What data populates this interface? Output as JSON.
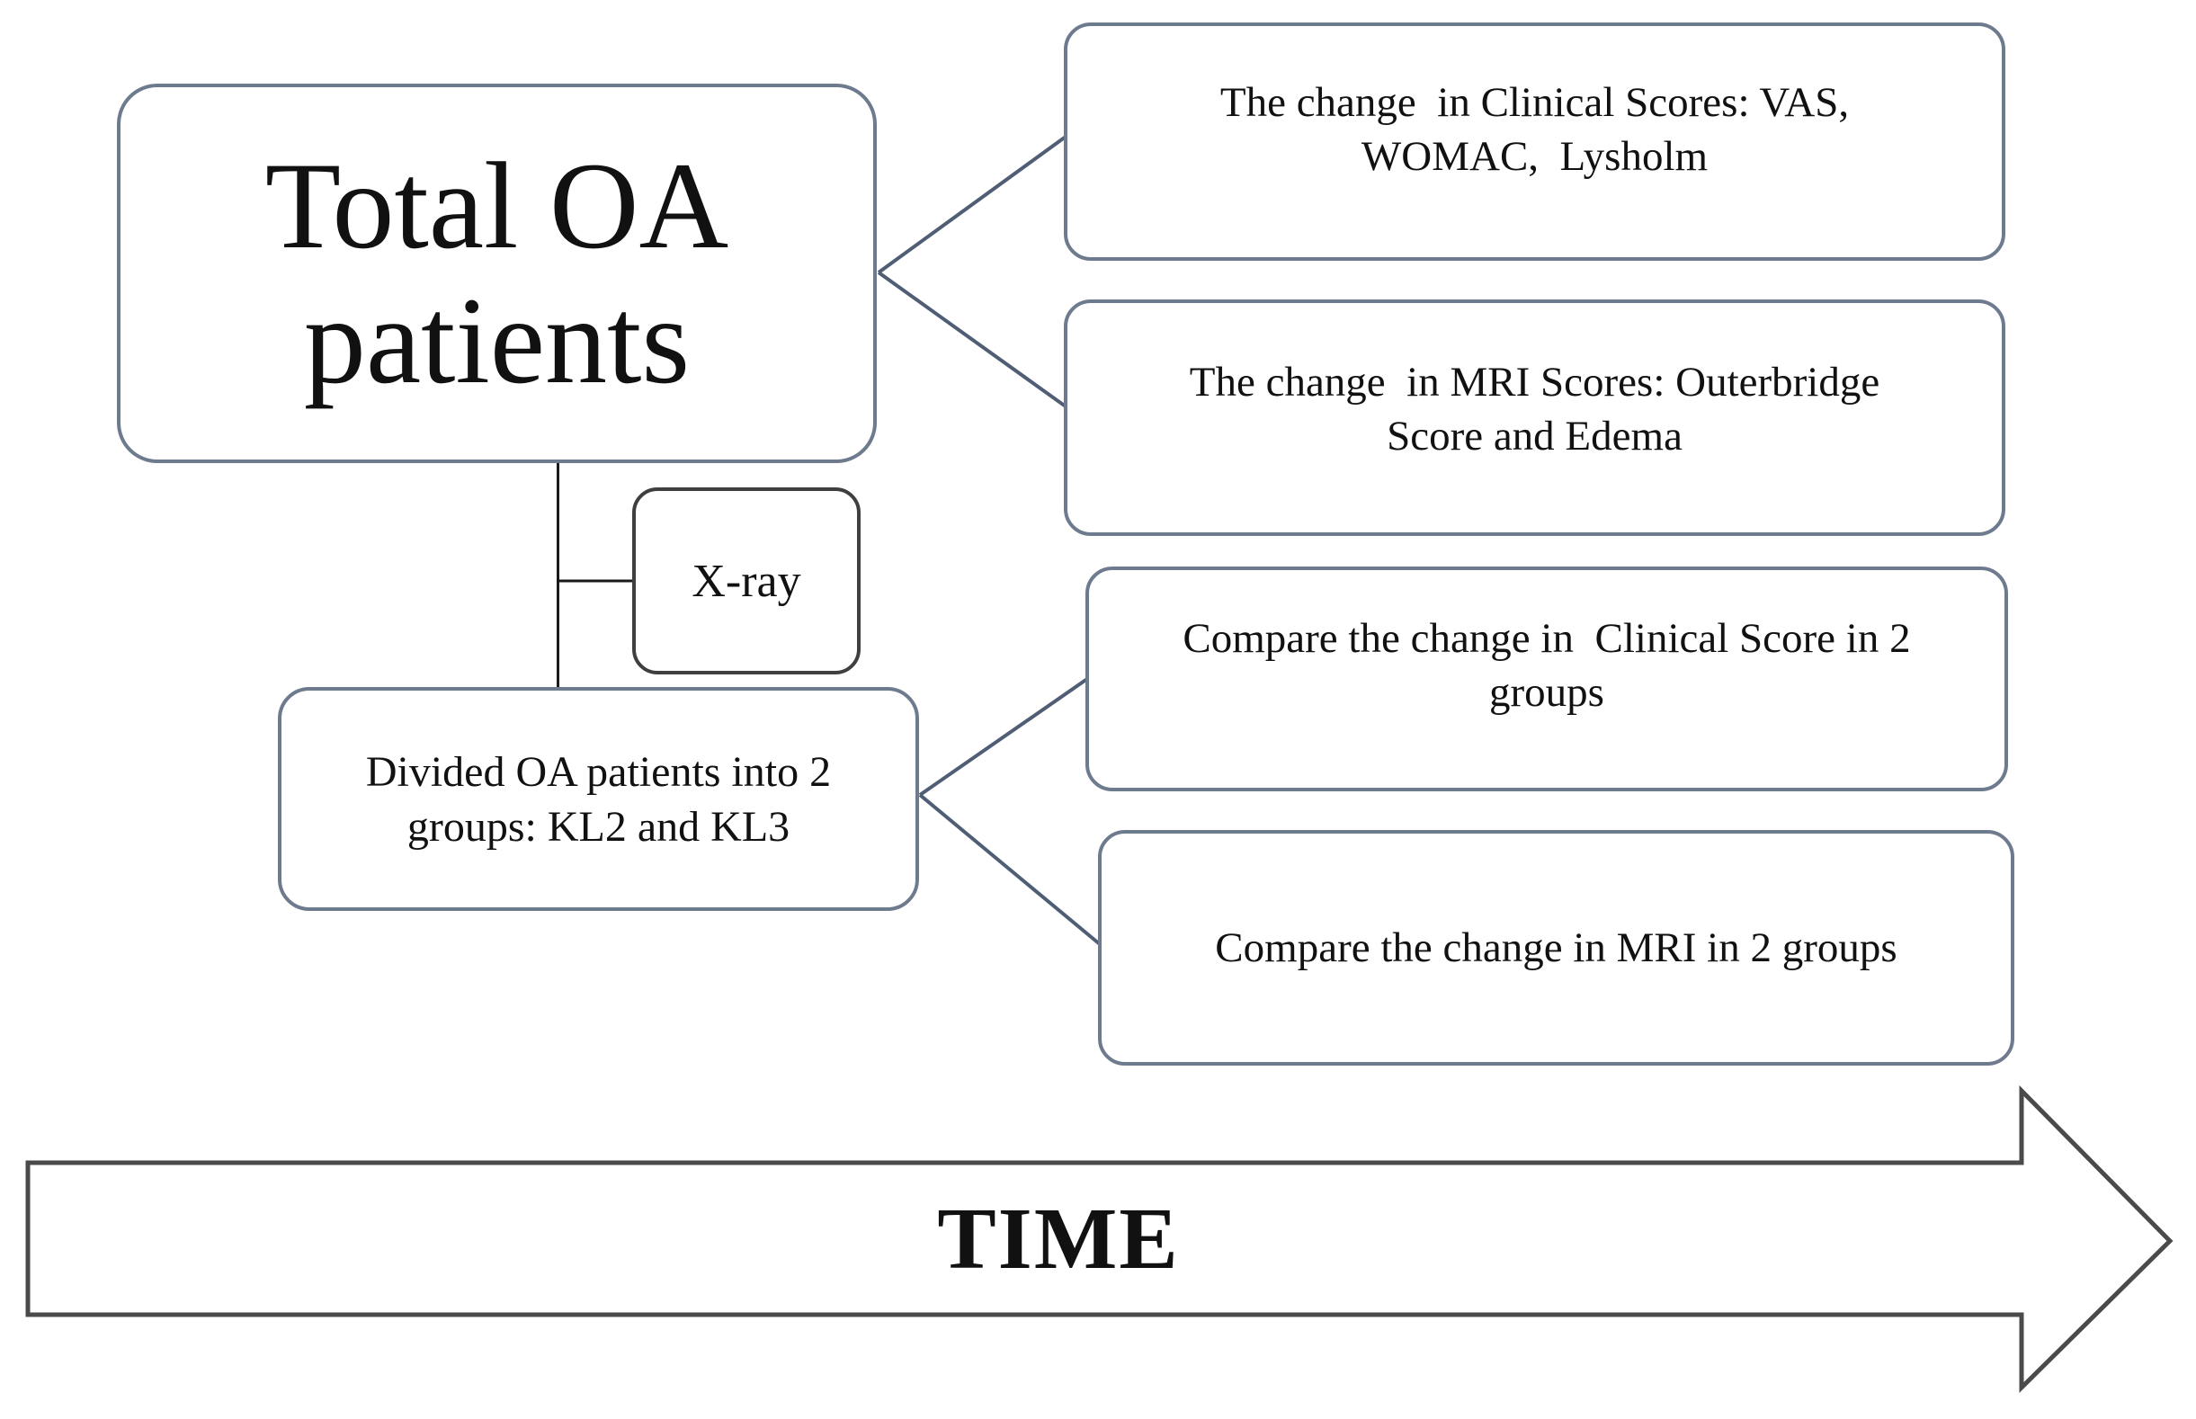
{
  "diagram": {
    "boxes": {
      "total_oa": {
        "lines": [
          "Total OA",
          "patients"
        ]
      },
      "clinical_change": {
        "lines": [
          "The change  in Clinical Scores: VAS,",
          "WOMAC,  Lysholm"
        ]
      },
      "mri_change": {
        "lines": [
          "The change  in MRI Scores: Outerbridge",
          "Score and Edema"
        ]
      },
      "xray": {
        "label": "X-ray"
      },
      "divided": {
        "lines": [
          "Divided OA patients into 2",
          "groups: KL2 and KL3"
        ]
      },
      "compare_clinical": {
        "lines": [
          "Compare the change in  Clinical Score in 2",
          "groups"
        ]
      },
      "compare_mri": {
        "lines": [
          "Compare the change in MRI in 2 groups"
        ]
      }
    },
    "timeline": {
      "label": "TIME"
    },
    "colors": {
      "box_border": "#6e7a8e",
      "connector": "#4f5e75",
      "dark_border": "#3f3f3f",
      "arrow_outline": "#4a4a4a",
      "text": "#111111"
    }
  }
}
